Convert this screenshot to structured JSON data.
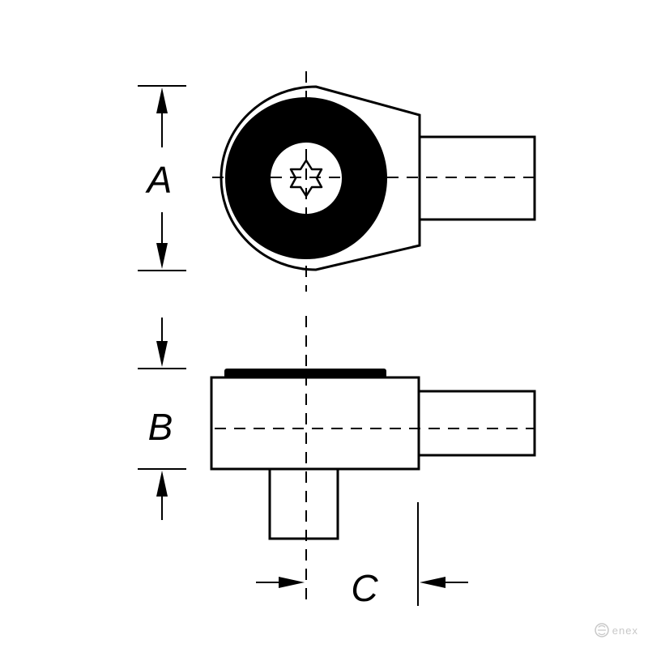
{
  "diagram": {
    "labels": {
      "a": "A",
      "b": "B",
      "c": "C"
    },
    "colors": {
      "ink": "#000000",
      "background": "#ffffff",
      "logo": "#c8c8c8"
    }
  },
  "logo": {
    "text": "enex",
    "icon": "enex-logo-icon"
  }
}
